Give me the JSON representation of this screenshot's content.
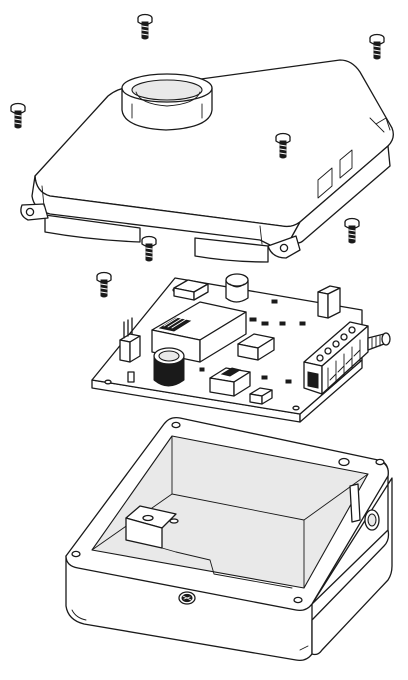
{
  "diagram": {
    "type": "exploded-assembly",
    "parts": [
      {
        "id": "lid",
        "name": "lid-with-lens-collar"
      },
      {
        "id": "pcb",
        "name": "circuit-board"
      },
      {
        "id": "housing",
        "name": "enclosure-base"
      },
      {
        "id": "screws",
        "name": "mounting-screws",
        "count": 8
      }
    ],
    "colors": {
      "line": "#1a1a1a",
      "background": "#ffffff"
    }
  }
}
